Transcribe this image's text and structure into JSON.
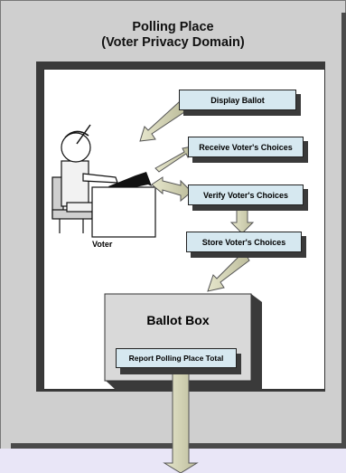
{
  "header": {
    "title_line1": "Polling Place",
    "title_line2": "(Voter Privacy Domain)"
  },
  "steps": {
    "display_ballot": "Display Ballot",
    "receive_choices": "Receive Voter's Choices",
    "verify_choices": "Verify Voter's Choices",
    "store_choices": "Store Voter's Choices"
  },
  "voter_label": "Voter",
  "ballot_box": {
    "title": "Ballot Box",
    "report_label": "Report Polling Place Total"
  },
  "colors": {
    "outer_bg": "#cfcfcf",
    "inner_bg": "#ffffff",
    "step_box": "#d6e8f0",
    "arrow": "#d7d7b8",
    "ballot_box": "#d9d9d9"
  }
}
